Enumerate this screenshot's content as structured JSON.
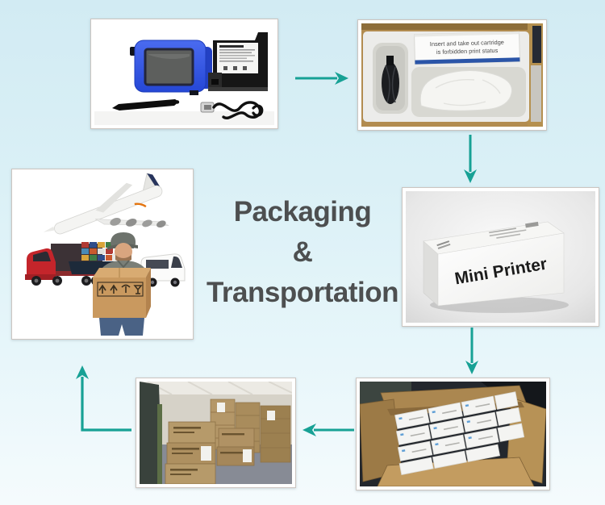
{
  "page": {
    "background_top": "#d2ebf3",
    "background_bottom": "#f5fbfd",
    "arrow_color": "#17a195",
    "title_color": "#4d4f50"
  },
  "title": {
    "line1": "Packaging",
    "line2": "&",
    "line3": "Transportation"
  },
  "photos": {
    "kit": {
      "description": "Blue handheld inkjet printer, black ink cartridge, stylus and USB cable on white background"
    },
    "foam": {
      "description": "Carton interior with foam insert, packed cable and wrapped printer",
      "label_line1": "Insert and take out cartridge",
      "label_line2": "is forbidden print status"
    },
    "retail_box": {
      "description": "White retail gift box on grey studio background",
      "box_text": "Mini Printer"
    },
    "carton": {
      "description": "Open shipping carton filled with white product boxes"
    },
    "warehouse": {
      "description": "Warehouse stacked with brown cardboard cartons"
    },
    "delivery": {
      "description": "Courier holding parcel with cargo plane, truck, container ship and van"
    }
  },
  "flow": {
    "arrows": [
      {
        "id": "arrow-1",
        "direction": "right"
      },
      {
        "id": "arrow-2",
        "direction": "down"
      },
      {
        "id": "arrow-3",
        "direction": "down"
      },
      {
        "id": "arrow-4",
        "direction": "left"
      },
      {
        "id": "arrow-5",
        "direction": "up-elbow"
      }
    ]
  }
}
